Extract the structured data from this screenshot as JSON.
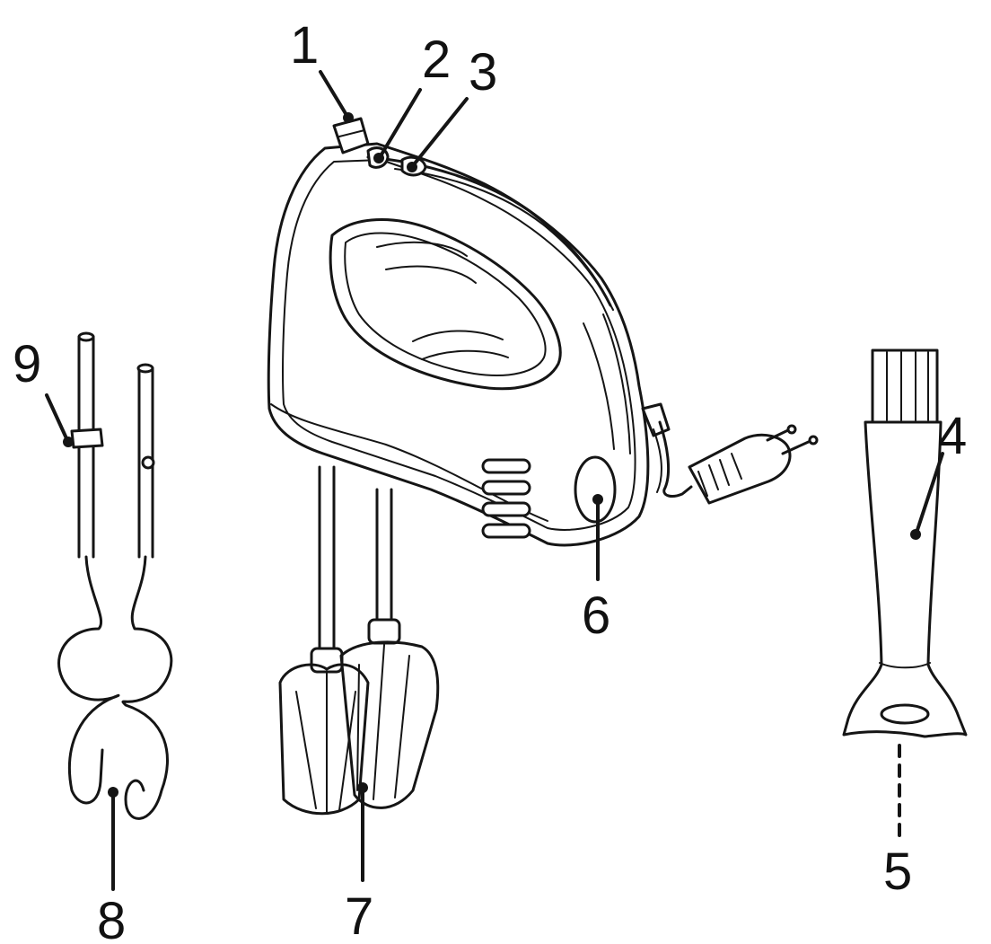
{
  "callouts": [
    {
      "id": "1",
      "label": "1"
    },
    {
      "id": "2",
      "label": "2"
    },
    {
      "id": "3",
      "label": "3"
    },
    {
      "id": "4",
      "label": "4"
    },
    {
      "id": "5",
      "label": "5"
    },
    {
      "id": "6",
      "label": "6"
    },
    {
      "id": "7",
      "label": "7"
    },
    {
      "id": "8",
      "label": "8"
    },
    {
      "id": "9",
      "label": "9"
    }
  ],
  "colors": {
    "ink": "#151515",
    "background": "#ffffff"
  }
}
